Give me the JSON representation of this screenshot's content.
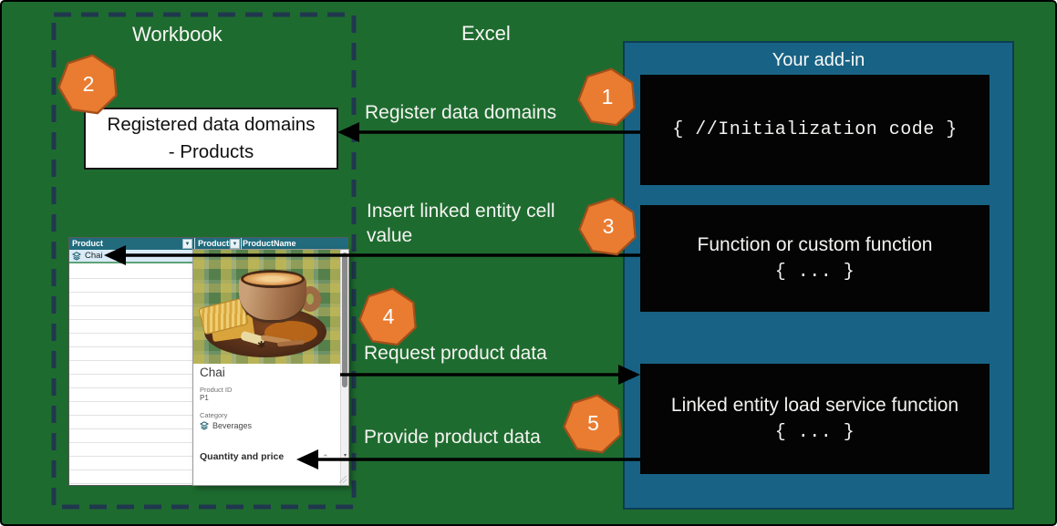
{
  "colors": {
    "green": "#1E6B2F",
    "blue": "#186385",
    "navy": "#20384E",
    "orange": "#E97C31",
    "orange-stroke": "#A24F1B",
    "teal-header": "#216B7D",
    "box-black": "#040404"
  },
  "titles": {
    "workbook": "Workbook",
    "excel": "Excel",
    "addin": "Your add-in"
  },
  "registered_box": {
    "line1": "Registered data domains",
    "line2": "- Products"
  },
  "steps": {
    "s1": {
      "num": "1",
      "label": "Register data domains"
    },
    "s2": {
      "num": "2"
    },
    "s3": {
      "num": "3",
      "label": "Insert linked entity cell value"
    },
    "s4": {
      "num": "4",
      "label": "Request product data"
    },
    "s5": {
      "num": "5",
      "label": "Provide product data"
    }
  },
  "code_boxes": {
    "init": {
      "code": "{ //Initialization code }"
    },
    "func": {
      "title": "Function or custom function",
      "code": "{ ... }"
    },
    "load": {
      "title": "Linked entity load service function",
      "code": "{ ... }"
    }
  },
  "table": {
    "col_product": "Product",
    "col_product_id": "ProductID",
    "col_product_name": "ProductName",
    "cell_value": "Chai"
  },
  "card": {
    "title": "Chai",
    "field1_label": "Product ID",
    "field1_value": "P1",
    "field2_label": "Category",
    "field2_value": "Beverages",
    "section_title": "Quantity and price"
  }
}
